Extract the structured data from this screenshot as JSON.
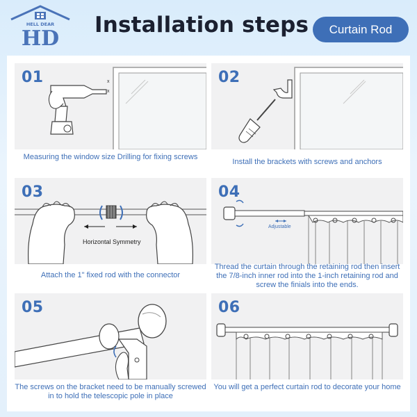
{
  "header": {
    "logo_text": "HD",
    "logo_tagline": "HELL DEAR",
    "title": "Installation steps",
    "badge": "Curtain Rod"
  },
  "colors": {
    "accent": "#3e6fb7",
    "panel_bg": "#f1f1f2",
    "title": "#1b2030"
  },
  "steps": [
    {
      "number": "01",
      "caption": "Measuring the window size Drilling for fixing screws",
      "icon": "drill-icon"
    },
    {
      "number": "02",
      "caption": "Install the brackets with screws and anchors",
      "icon": "screwdriver-icon"
    },
    {
      "number": "03",
      "caption": "Attach the 1\" fixed rod with the connector",
      "label": "Horizontal Symmetry",
      "icon": "hands-icon"
    },
    {
      "number": "04",
      "caption": "Thread the curtain through the retaining rod then insert the 7/8-inch inner rod into the 1-inch retaining rod and screw the finials into the ends.",
      "label": "Adjustable",
      "icon": "curtain-icon"
    },
    {
      "number": "05",
      "caption": "The screws on the bracket need to be manually screwed in to hold the telescopic pole in place",
      "icon": "finial-icon"
    },
    {
      "number": "06",
      "caption": "You will get a perfect curtain rod to decorate your home",
      "icon": "curtain-rod-icon"
    }
  ]
}
